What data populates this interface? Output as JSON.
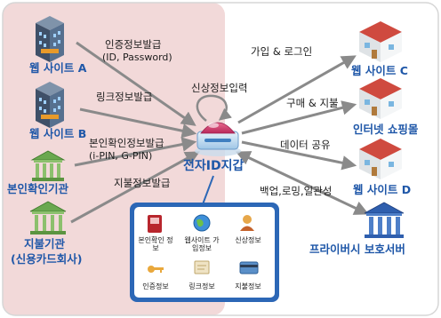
{
  "left_nodes": {
    "site_a": "웹 사이트 A",
    "site_b": "웹 사이트 B",
    "identity_org": "본인확인기관",
    "payment_org": "지불기관",
    "payment_org_sub": "(신용카드회사)"
  },
  "left_flows": {
    "auth_issue": "인증정보발급",
    "auth_issue_sub": "(ID, Password)",
    "link_issue": "링크정보발급",
    "identity_issue": "본인확인정보발급",
    "identity_issue_sub": "(i-PIN, G-PIN)",
    "payment_issue": "지불정보발급"
  },
  "center": {
    "self_input": "신상정보입력",
    "wallet_title": "전자ID지갑"
  },
  "wallet_items": [
    {
      "label": "본인확인 정보"
    },
    {
      "label": "웹사이트 가입정보"
    },
    {
      "label": "신상정보"
    },
    {
      "label": "인증정보"
    },
    {
      "label": "링크정보"
    },
    {
      "label": "지불정보"
    }
  ],
  "right_flows": {
    "join_login": "가입 & 로그인",
    "buy_pay": "구매 & 지불",
    "data_share": "데이터 공유",
    "backup": "백업,로밍,일관성"
  },
  "right_nodes": {
    "site_c": "웹 사이트 C",
    "shop": "인터넷 쇼핑몰",
    "site_d": "웹 사이트 D",
    "privacy_server": "프라이버시 보호서버"
  },
  "colors": {
    "left_panel": "#f2d9d9",
    "right_panel": "#ffffff",
    "accent_blue": "#1f57a8",
    "arrow": "#8a8a8a",
    "wallet_border": "#2c67b6"
  }
}
